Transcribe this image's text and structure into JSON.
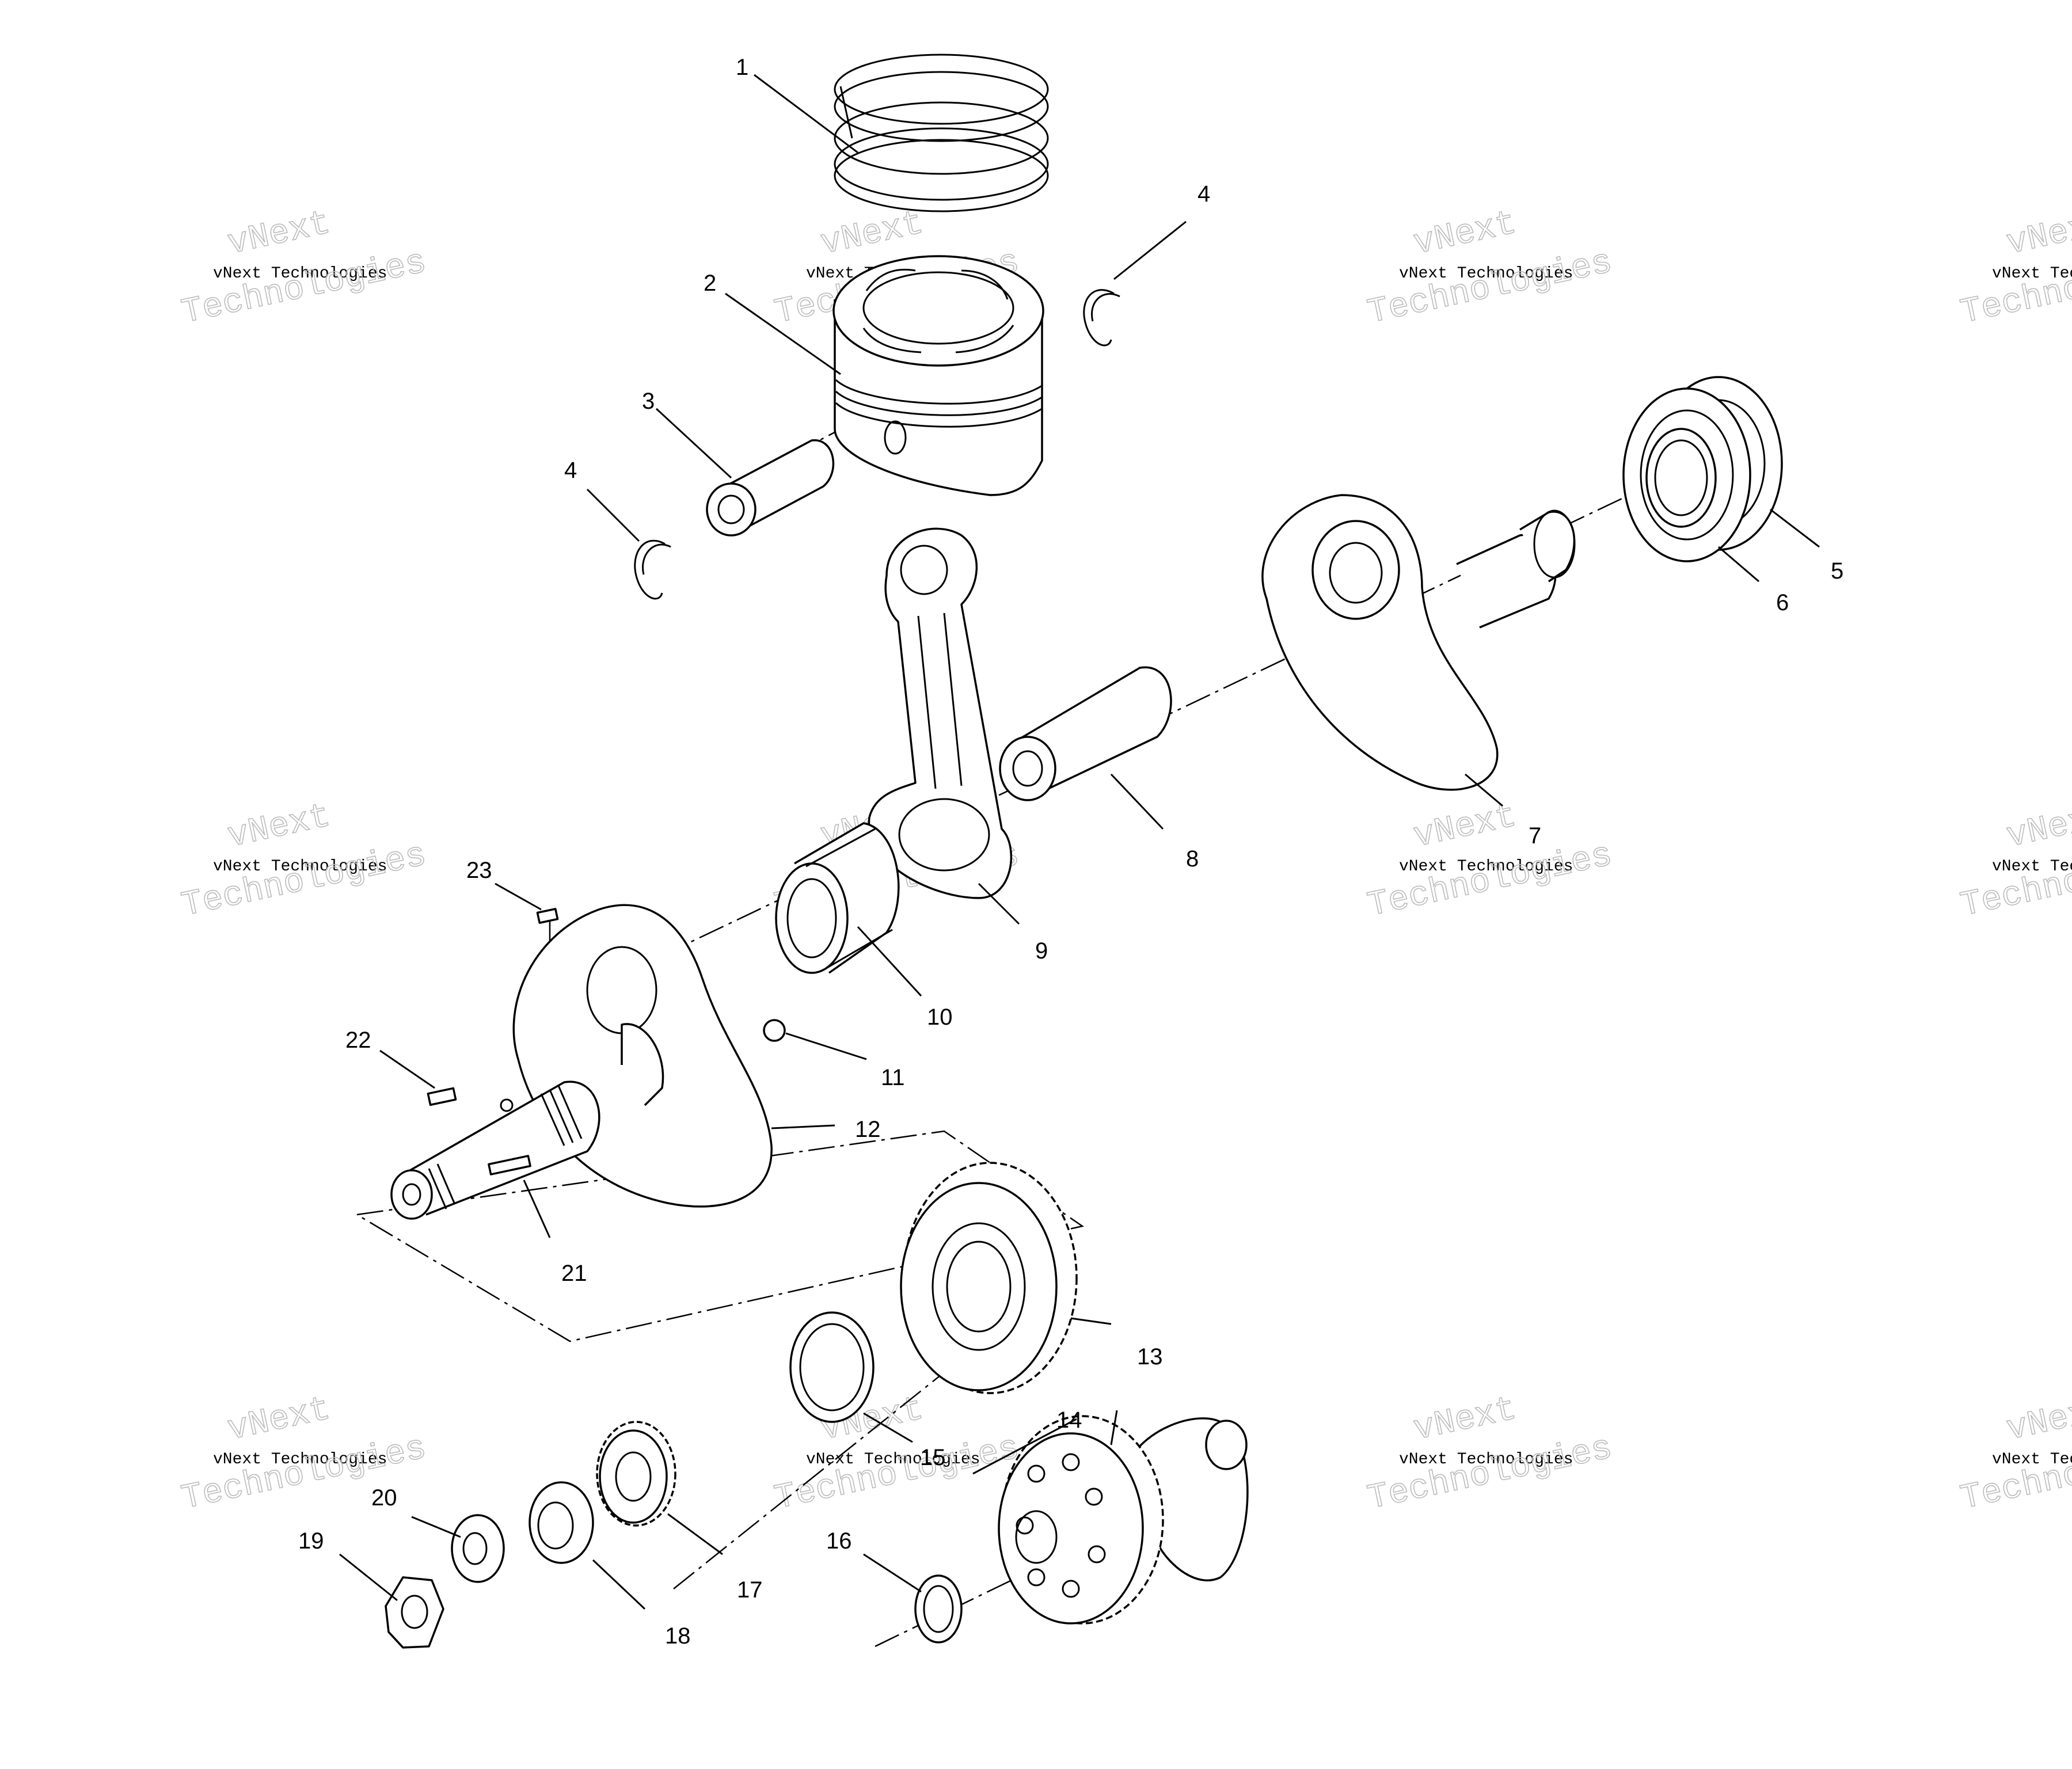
{
  "callouts": [
    "1",
    "2",
    "3",
    "4",
    "4",
    "5",
    "6",
    "7",
    "8",
    "9",
    "10",
    "11",
    "12",
    "13",
    "14",
    "15",
    "16",
    "17",
    "18",
    "19",
    "20",
    "21",
    "22",
    "23"
  ],
  "watermark": {
    "line_small": "vNext Technologies",
    "line_big_1": "vNext",
    "line_big_2": "Technologies"
  },
  "colors": {
    "ink": "#000000",
    "watermark": "#bbbbbb",
    "background": "#ffffff"
  }
}
